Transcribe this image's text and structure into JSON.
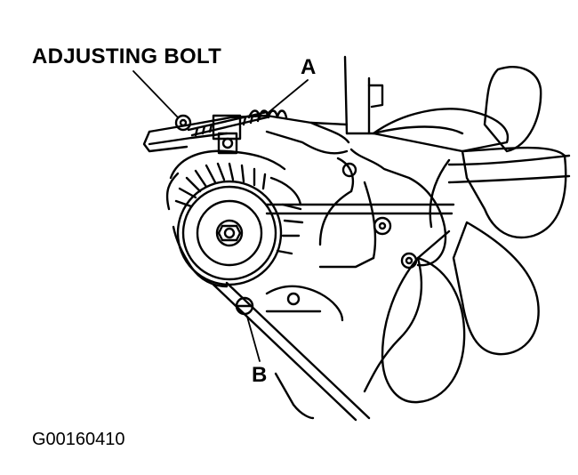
{
  "labels": {
    "adjusting_bolt": "ADJUSTING BOLT",
    "callout_a": "A",
    "callout_b": "B"
  },
  "figure_code": "G00160410",
  "colors": {
    "ink": "#000000",
    "paper": "#ffffff"
  }
}
